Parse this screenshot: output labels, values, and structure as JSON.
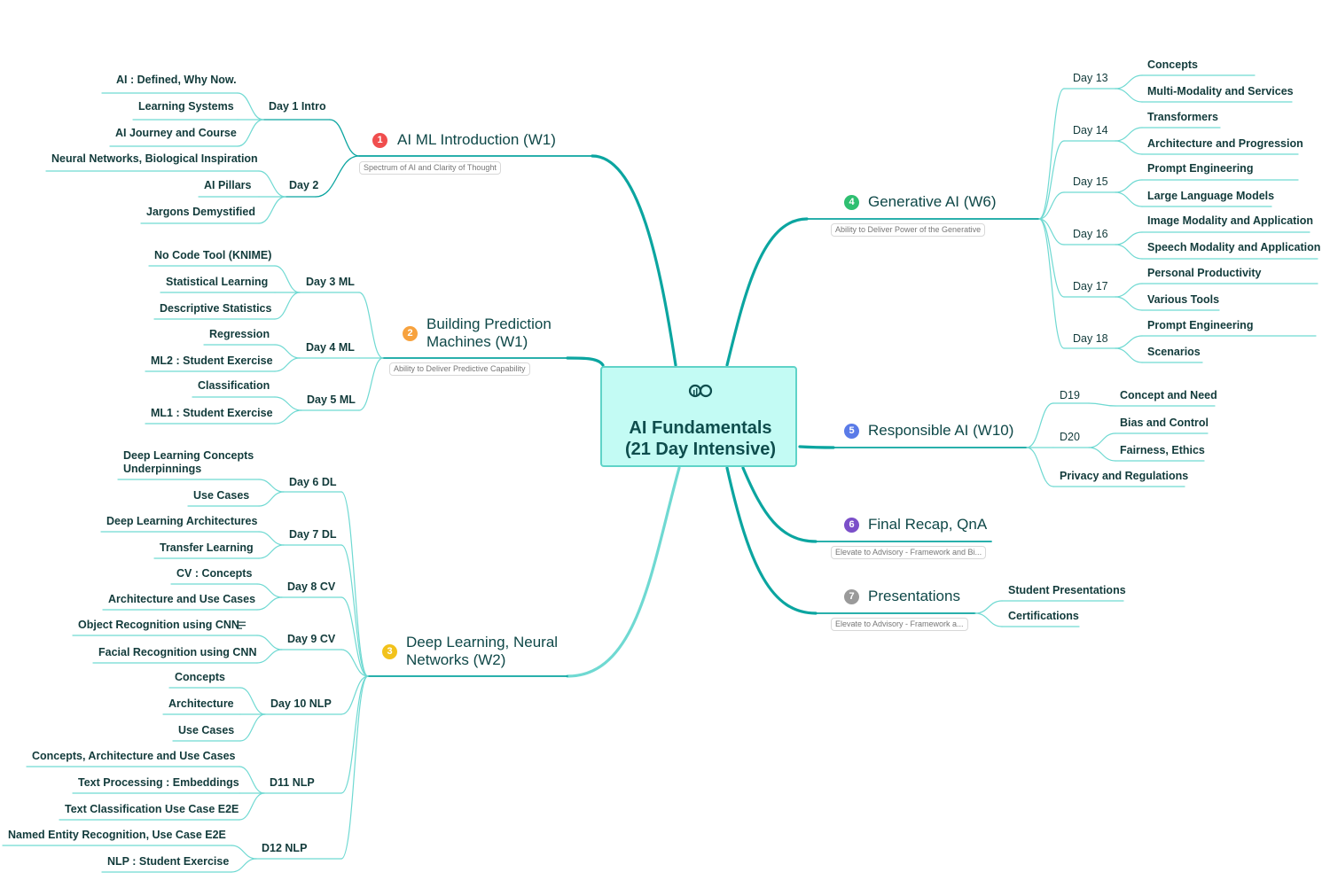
{
  "central": {
    "title_line1": "AI Fundamentals",
    "title_line2": "(21 Day Intensive)",
    "logo_icon": "infinity-logo-icon"
  },
  "colors": {
    "branch_dark": "#0ba5a0",
    "branch_light": "#6fd9d2",
    "central_fill": "#c3fbf4",
    "central_border": "#5fd3c8"
  },
  "branches": {
    "b1": {
      "badge": "1",
      "badge_color": "#f04e4e",
      "title": "AI ML Introduction (W1)",
      "note": "Spectrum of AI and Clarity of Thought",
      "subs": [
        {
          "label": "Day 1 Intro",
          "items": [
            "AI : Defined, Why Now.",
            "Learning Systems",
            "AI Journey and Course"
          ]
        },
        {
          "label": "Day 2",
          "items": [
            "Neural Networks, Biological Inspiration",
            "AI Pillars",
            "Jargons Demystified"
          ]
        }
      ]
    },
    "b2": {
      "badge": "2",
      "badge_color": "#f7a23e",
      "title_line1": "Building Prediction",
      "title_line2": "Machines (W1)",
      "note": "Ability to Deliver Predictive Capability",
      "subs": [
        {
          "label": "Day 3 ML",
          "items": [
            "No Code Tool (KNIME)",
            "Statistical Learning",
            "Descriptive Statistics"
          ]
        },
        {
          "label": "Day 4 ML",
          "items": [
            "Regression",
            "ML2 : Student Exercise"
          ]
        },
        {
          "label": "Day 5 ML",
          "items": [
            "Classification",
            "ML1 : Student Exercise"
          ]
        }
      ]
    },
    "b3": {
      "badge": "3",
      "badge_color": "#f2c21b",
      "title_line1": "Deep Learning, Neural",
      "title_line2": "Networks (W2)",
      "subs": [
        {
          "label": "Day 6 DL",
          "items": [
            "Deep Learning Concepts",
            "Use Cases"
          ],
          "item0_line2": "Underpinnings"
        },
        {
          "label": "Day 7 DL",
          "items": [
            "Deep Learning Architectures",
            "Transfer Learning"
          ]
        },
        {
          "label": "Day 8 CV",
          "items": [
            "CV : Concepts",
            "Architecture and Use Cases"
          ]
        },
        {
          "label": "Day 9 CV",
          "items": [
            "Object Recognition using CNN",
            "Facial Recognition using CNN"
          ],
          "notes_icon": "notes-icon"
        },
        {
          "label": "Day 10 NLP",
          "items": [
            "Concepts",
            "Architecture",
            "Use Cases"
          ]
        },
        {
          "label": "D11 NLP",
          "items": [
            "Concepts, Architecture and Use Cases",
            "Text Processing : Embeddings",
            "Text Classification Use Case E2E"
          ]
        },
        {
          "label": "D12 NLP",
          "items": [
            "Named Entity Recognition, Use Case E2E",
            "NLP : Student Exercise"
          ]
        }
      ]
    },
    "b4": {
      "badge": "4",
      "badge_color": "#2fbf71",
      "title": "Generative AI (W6)",
      "note": "Ability to Deliver Power of the Generative",
      "subs": [
        {
          "label": "Day 13",
          "items": [
            "Concepts",
            "Multi-Modality and Services"
          ]
        },
        {
          "label": "Day 14",
          "items": [
            "Transformers",
            "Architecture and Progression"
          ]
        },
        {
          "label": "Day 15",
          "items": [
            "Prompt Engineering",
            "Large Language Models"
          ]
        },
        {
          "label": "Day 16",
          "items": [
            "Image Modality and Application",
            "Speech Modality and Application"
          ]
        },
        {
          "label": "Day 17",
          "items": [
            "Personal Productivity",
            "Various Tools"
          ]
        },
        {
          "label": "Day 18",
          "items": [
            "Prompt Engineering",
            "Scenarios"
          ]
        }
      ]
    },
    "b5": {
      "badge": "5",
      "badge_color": "#5a7be8",
      "title": "Responsible AI (W10)",
      "subs": [
        {
          "label": "D19",
          "items": [
            "Concept and Need"
          ]
        },
        {
          "label": "D20",
          "items": [
            "Bias and Control",
            "Fairness, Ethics"
          ]
        }
      ],
      "direct": [
        "Privacy and Regulations"
      ]
    },
    "b6": {
      "badge": "6",
      "badge_color": "#7b4fc9",
      "title": "Final Recap, QnA",
      "note": "Elevate to Advisory - Framework and Bi..."
    },
    "b7": {
      "badge": "7",
      "badge_color": "#9a9a9a",
      "title": "Presentations",
      "note": "Elevate to Advisory - Framework a...",
      "direct": [
        "Student Presentations",
        "Certifications"
      ]
    }
  }
}
